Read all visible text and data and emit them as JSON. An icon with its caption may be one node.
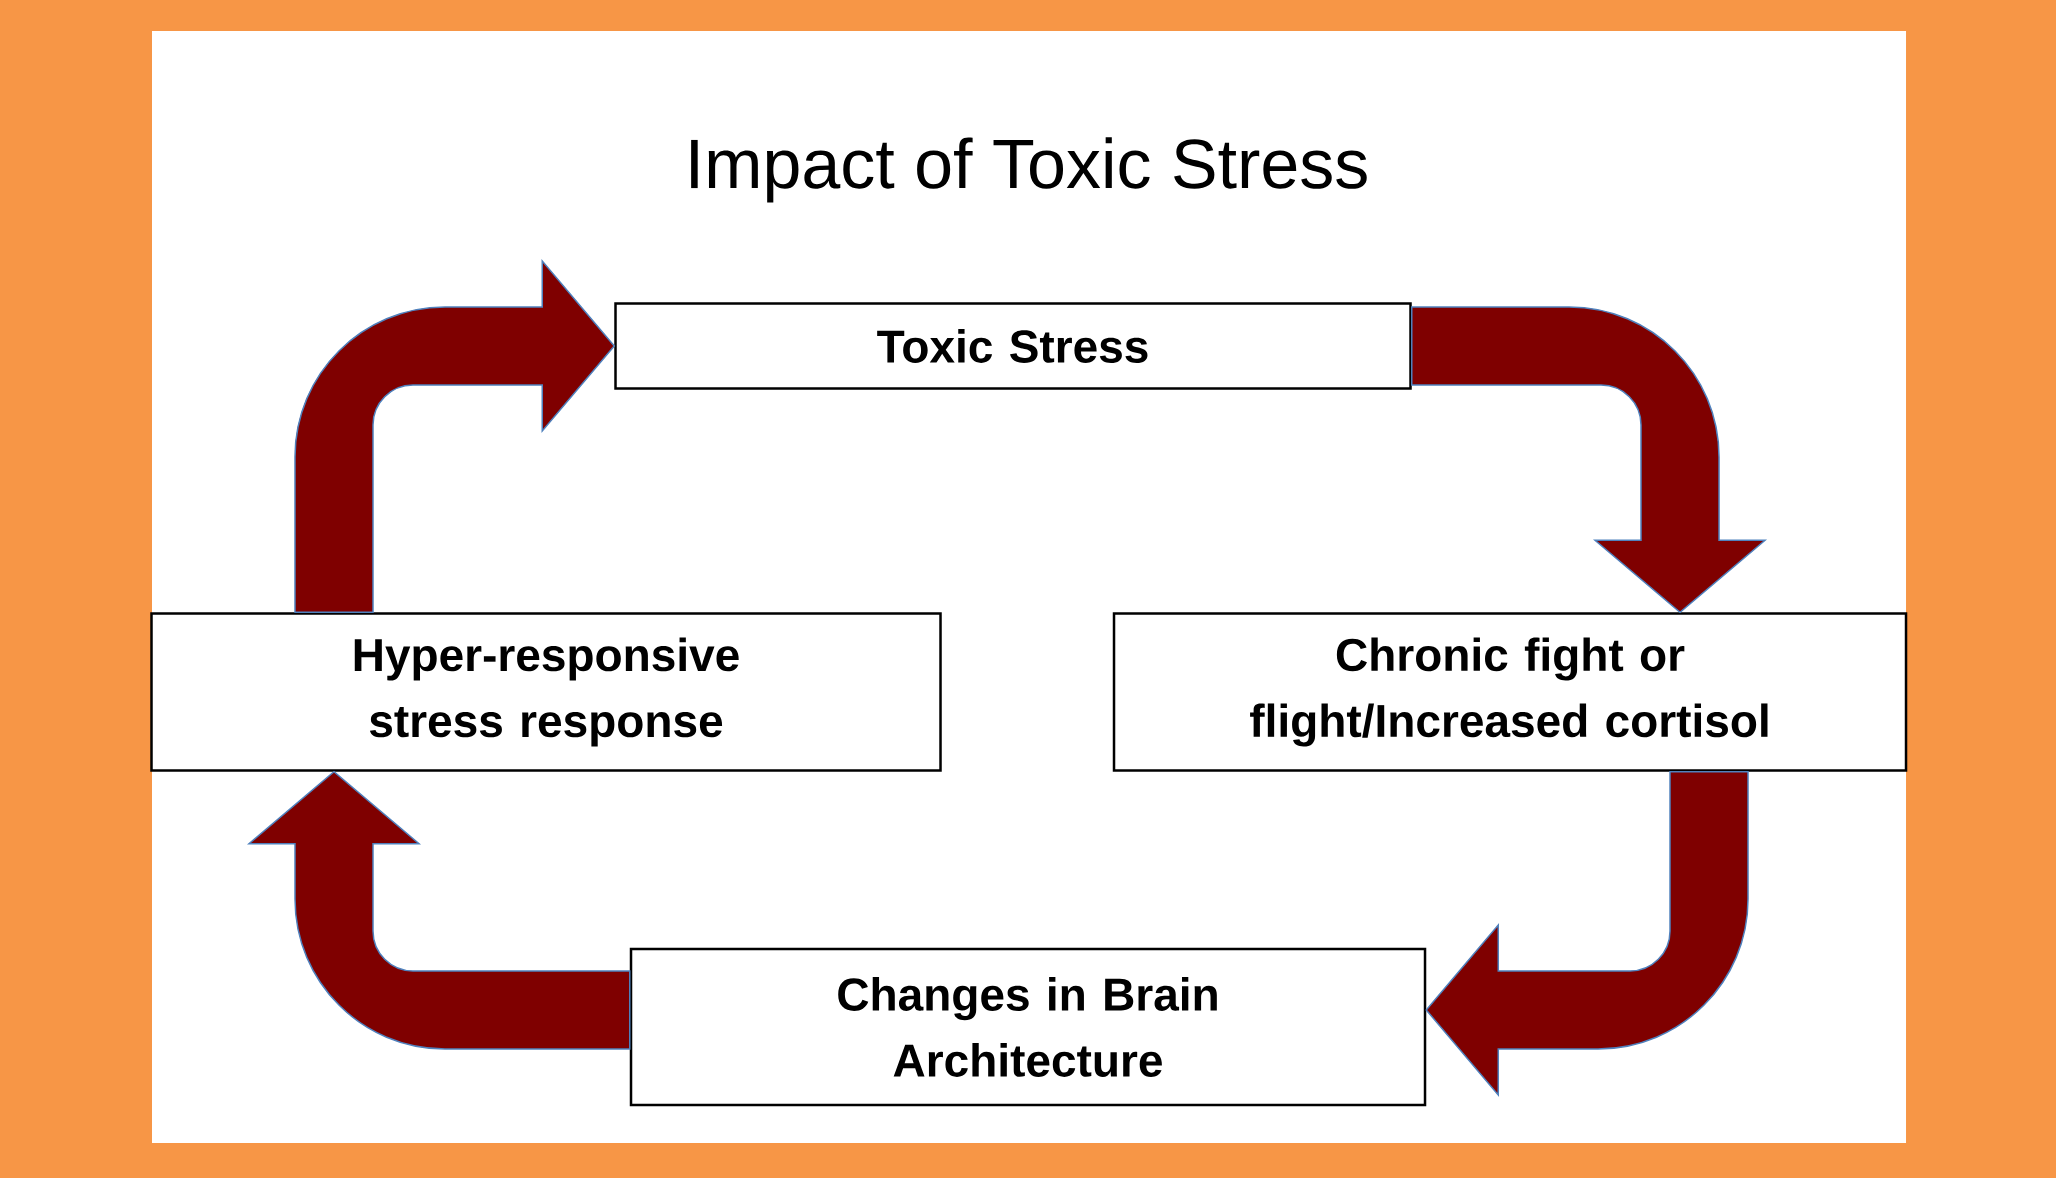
{
  "diagram": {
    "title": "Impact of Toxic Stress",
    "nodes": [
      {
        "text": [
          "Toxic Stress"
        ]
      },
      {
        "text": [
          "Chronic fight or flight/Increased cortisol"
        ]
      },
      {
        "text": [
          "Changes in Brain Architecture"
        ]
      },
      {
        "text": [
          "Hyper-responsive stress response"
        ]
      }
    ],
    "edges": [
      {
        "from": 0,
        "to": 1,
        "arrow": "to"
      },
      {
        "from": 1,
        "to": 2,
        "arrow": "to"
      },
      {
        "from": 2,
        "to": 3,
        "arrow": "to"
      },
      {
        "from": 3,
        "to": 0,
        "arrow": "to"
      }
    ]
  }
}
